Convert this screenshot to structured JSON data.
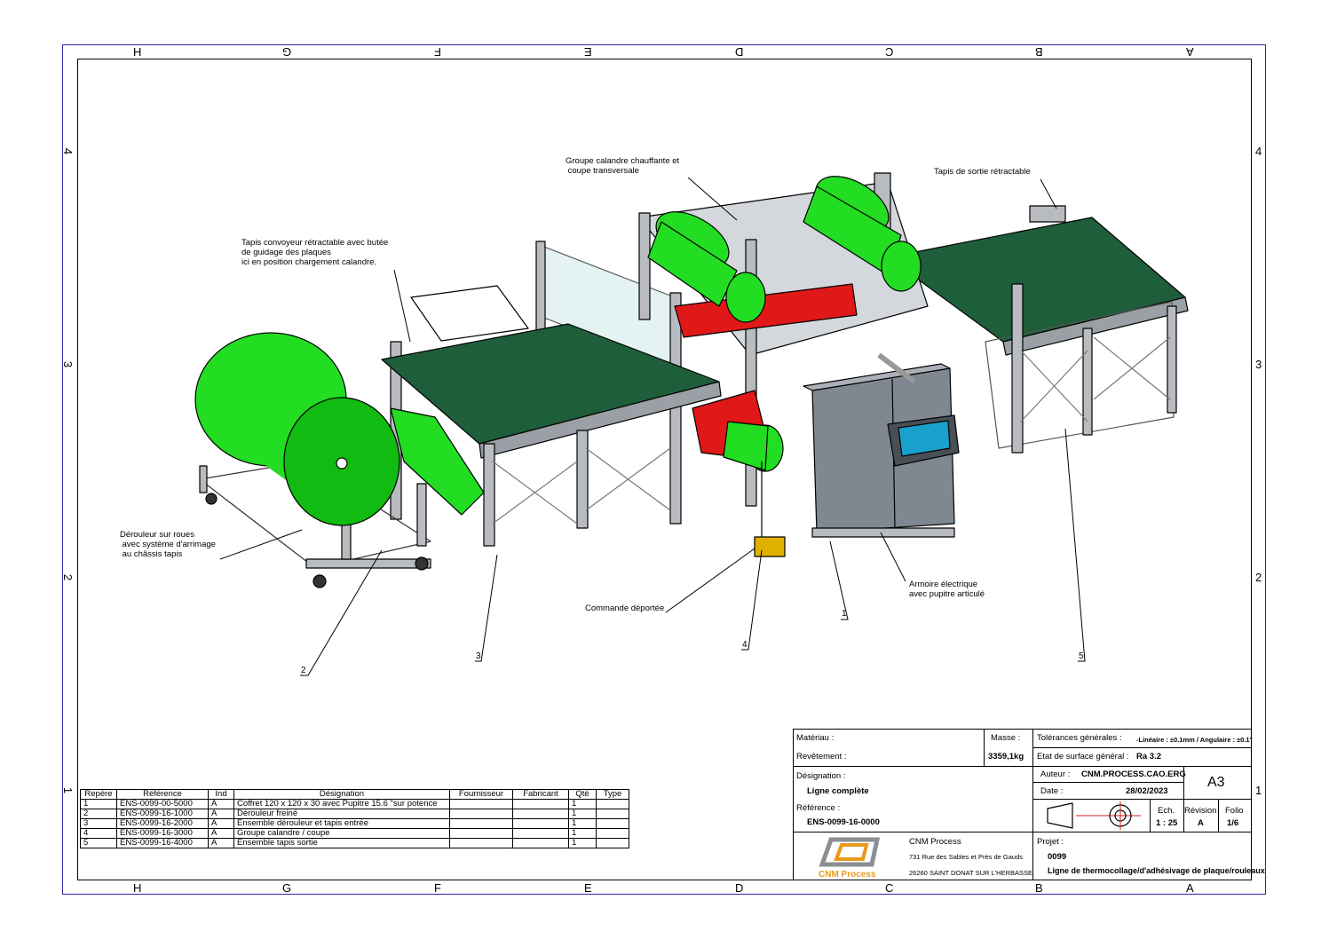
{
  "zones": {
    "columns": [
      "H",
      "G",
      "F",
      "E",
      "D",
      "C",
      "B",
      "A"
    ],
    "rows": [
      "4",
      "3",
      "2",
      "1"
    ]
  },
  "annotations": {
    "calandre": "Groupe calandre chauffante et\n coupe transversale",
    "tapis_sortie": "Tapis de sortie rétractable",
    "tapis_convoyeur": "Tapis convoyeur rétractable avec butée\nde guidage des plaques\nici en position chargement calandre.",
    "derouleur": "Dérouleur sur roues\n avec système d'arrimage\n au châssis tapis",
    "commande": "Commande déportée",
    "armoire": "Armoire électrique\navec pupitre articulé"
  },
  "item_numbers": [
    "1",
    "2",
    "3",
    "4",
    "5"
  ],
  "bom": {
    "headers": [
      "Repère",
      "Référence",
      "Ind",
      "Désignation",
      "Fournisseur",
      "Fabricant",
      "Qté",
      "Type"
    ],
    "rows": [
      [
        "1",
        "ENS-0099-00-5000",
        "A",
        "Coffret 120 x 120 x 30 avec Pupitre 15.6 \"sur potence",
        "",
        "",
        "1",
        ""
      ],
      [
        "2",
        "ENS-0099-16-1000",
        "A",
        "Dérouleur freiné",
        "",
        "",
        "1",
        ""
      ],
      [
        "3",
        "ENS-0099-16-2000",
        "A",
        "Ensemble dérouleur et tapis entrée",
        "",
        "",
        "1",
        ""
      ],
      [
        "4",
        "ENS-0099-16-3000",
        "A",
        "Groupe calandre / coupe",
        "",
        "",
        "1",
        ""
      ],
      [
        "5",
        "ENS-0099-16-4000",
        "A",
        "Ensemble tapis sortie",
        "",
        "",
        "1",
        ""
      ]
    ]
  },
  "title_block": {
    "materiau_label": "Matériau :",
    "masse_label": "Masse :",
    "revetement_label": "Revêtement :",
    "masse_value": "3359,1kg",
    "tolerances_label": "Tolérances générales :",
    "tolerances_value": "-Linéaire : ±0.1mm / Angulaire : ±0.1°",
    "etat_label": "Etat de surface général :",
    "etat_value": "Ra 3.2",
    "designation_label": "Désignation :",
    "designation_value": "Ligne complète",
    "reference_label": "Référence :",
    "reference_value": "ENS-0099-16-0000",
    "auteur_label": "Auteur :",
    "auteur_value": "CNM.PROCESS.CAO.ERG",
    "date_label": "Date :",
    "date_value": "28/02/2023",
    "format": "A3",
    "ech_label": "Ech.",
    "ech_value": "1 : 25",
    "revision_label": "Révision",
    "revision_value": "A",
    "folio_label": "Folio",
    "folio_value": "1/6",
    "company": "CNM Process",
    "address1": "731 Rue des Sables et Près de Gauds",
    "address2": "26260 SAINT DONAT SUR L'HERBASSE",
    "logo_text": "CNM Process",
    "projet_label": "Projet :",
    "projet_value": "0099",
    "projet_title": "Ligne de thermocollage/d'adhésivage de plaque/rouleaux"
  },
  "colors": {
    "frame_outer": "#2a2aa8",
    "roll_green": "#22dd22",
    "belt_green": "#1e5e3a",
    "frame_grey": "#b8bcc0",
    "heater_red": "#e01818",
    "cabinet": "#7f8890",
    "logo_orange": "#e89a1c"
  }
}
